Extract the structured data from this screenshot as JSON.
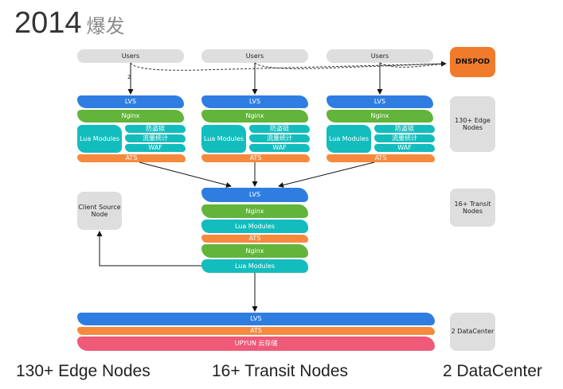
{
  "title": "2014",
  "subtitle": "爆发",
  "users_label": "Users",
  "dnspod_label": "DNSPOD",
  "edge": {
    "lvs": "LVS",
    "nginx": "Nginx",
    "lua": "Lua Modules",
    "anti_leech": "防盗链",
    "traffic_stats": "流量统计",
    "waf": "WAF",
    "ats": "ATS"
  },
  "transit": {
    "lvs": "LVS",
    "nginx1": "Nginx",
    "lua1": "Lua Modules",
    "ats": "ATS",
    "nginx2": "Nginx",
    "lua2": "Lua Modules"
  },
  "client_source_node": "Client Source Node",
  "dc": {
    "lvs": "LVS",
    "ats": "ATS",
    "upyun": "UPYUN 云存储"
  },
  "side_labels": {
    "edge": "130+ Edge Nodes",
    "transit": "16+ Transit Nodes",
    "datacenter": "2 DataCenter"
  },
  "flow_label": "2",
  "bottom_labels": {
    "edge": "130+ Edge Nodes",
    "transit": "16+ Transit Nodes",
    "datacenter": "2 DataCenter"
  },
  "colors": {
    "lvs": "#2f7de1",
    "nginx": "#62b43a",
    "lua": "#13bdbd",
    "ats": "#f58a3e",
    "upyun": "#ef5a78",
    "dnspod": "#f07c2b",
    "neutral": "#dedede"
  }
}
